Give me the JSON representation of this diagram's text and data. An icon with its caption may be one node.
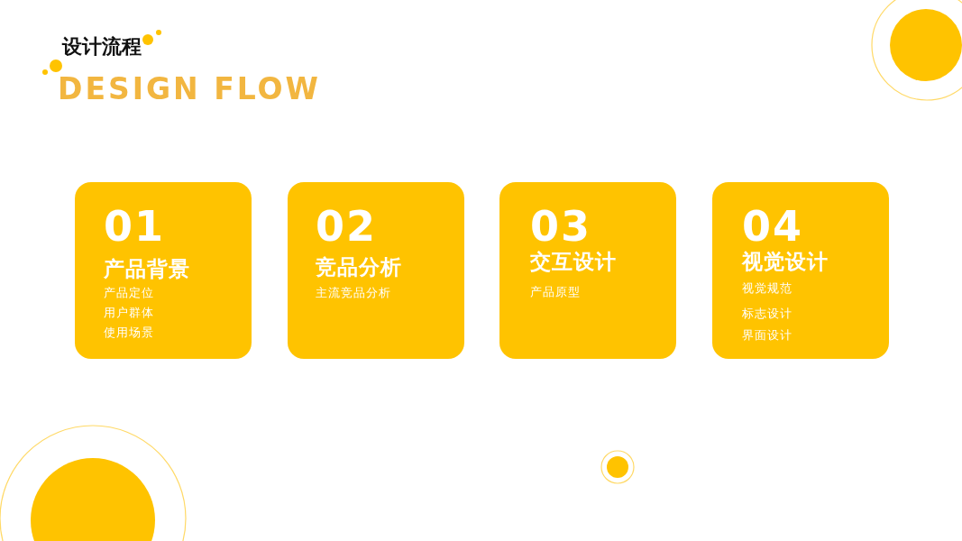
{
  "diagram": {
    "title": "设计流程",
    "nodes": [
      {
        "text": [
          "01",
          "产品背景",
          "产品定位",
          "用户群体",
          "使用场景"
        ]
      },
      {
        "text": [
          "02",
          "竞品分析",
          "主流竞品分析"
        ]
      },
      {
        "text": [
          "03",
          "交互设计",
          "产品原型"
        ]
      },
      {
        "text": [
          "04",
          "视觉设计",
          "视觉规范",
          "标志设计",
          "界面设计"
        ]
      }
    ],
    "labels": [
      "DESIGN FLOW"
    ]
  }
}
